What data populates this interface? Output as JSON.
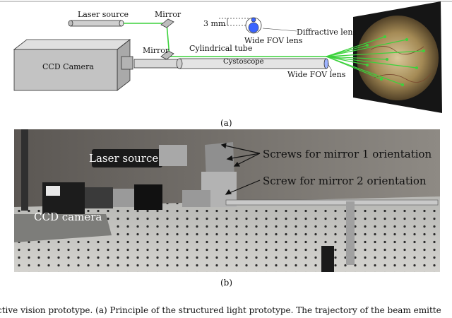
{
  "diagram_a": {
    "labels": {
      "laser_source": "Laser source",
      "mirror_top": "Mirror",
      "mirror_side": "Mirror",
      "ccd_camera": "CCD Camera",
      "cylindrical_tube": "Cylindrical tube",
      "cystoscope": "Cystoscope",
      "dim_3mm": "3 mm",
      "wide_fov_lens_inset": "Wide FOV lens",
      "diffractive_lens": "Diffractive lens",
      "wide_fov_lens": "Wide FOV lens"
    },
    "caption": "(a)",
    "colors": {
      "laser": "#3cd23c"
    }
  },
  "photo_b": {
    "labels": {
      "laser_source": "Laser source",
      "screws_mirror1": "Screws for mirror 1 orientation",
      "screw_mirror2": "Screw for mirror 2 orientation",
      "ccd_camera": "CCD camera"
    },
    "caption": "(b)"
  },
  "figure_caption_partial": "ctive vision prototype. (a) Principle of the structured light prototype. The trajectory of the beam emitte"
}
